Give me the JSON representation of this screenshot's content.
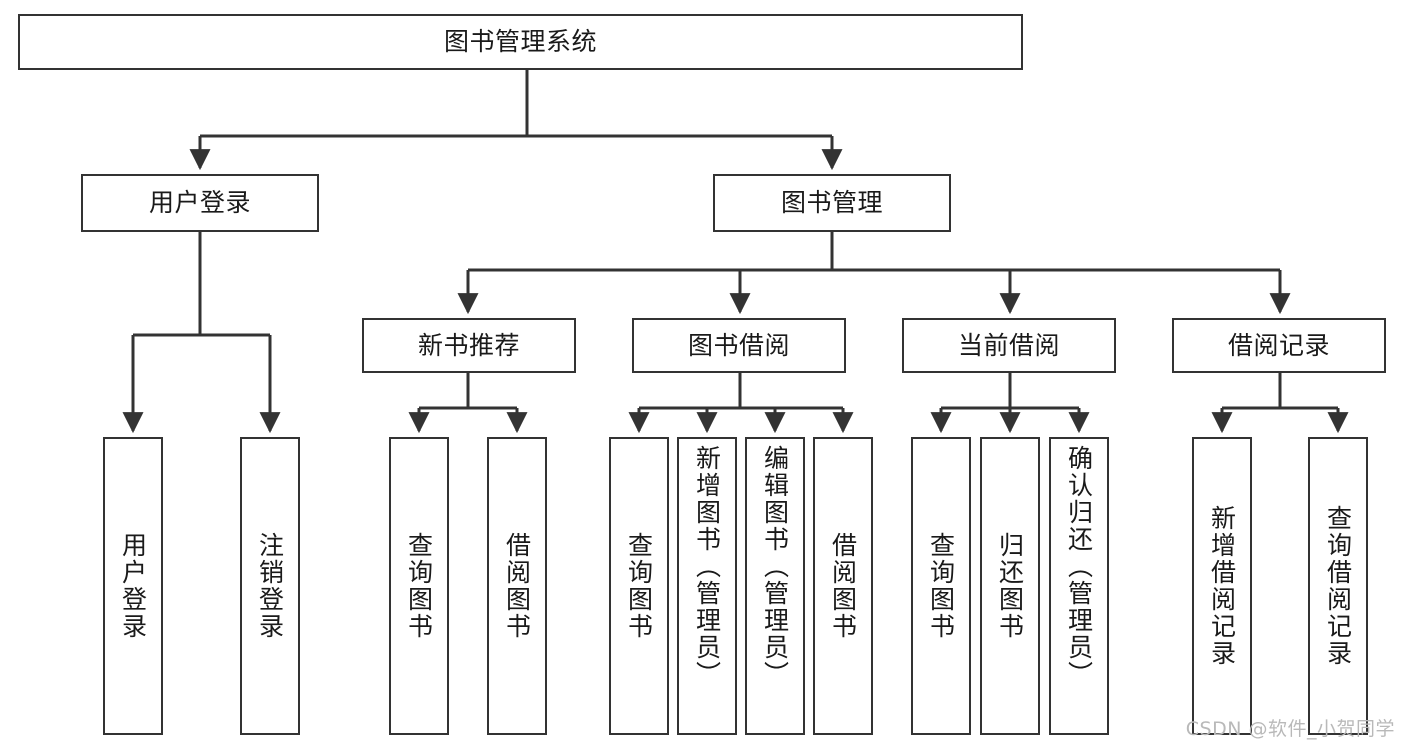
{
  "diagram": {
    "type": "tree-hierarchy",
    "title_node": {
      "id": "root",
      "label": "图书管理系统"
    },
    "level1": [
      {
        "id": "user-login",
        "label": "用户登录"
      },
      {
        "id": "book-manage",
        "label": "图书管理"
      }
    ],
    "level2": [
      {
        "id": "new-book-recommend",
        "label": "新书推荐",
        "parent": "book-manage"
      },
      {
        "id": "book-borrow",
        "label": "图书借阅",
        "parent": "book-manage"
      },
      {
        "id": "current-borrow",
        "label": "当前借阅",
        "parent": "book-manage"
      },
      {
        "id": "borrow-record",
        "label": "借阅记录",
        "parent": "book-manage"
      }
    ],
    "leaves": [
      {
        "id": "leaf-user-login",
        "label": "用户登录",
        "parent": "user-login",
        "align": "middle"
      },
      {
        "id": "leaf-user-logout",
        "label": "注销登录",
        "parent": "user-login",
        "align": "middle"
      },
      {
        "id": "leaf-query-book-1",
        "label": "查询图书",
        "parent": "new-book-recommend",
        "align": "middle"
      },
      {
        "id": "leaf-borrow-book-1",
        "label": "借阅图书",
        "parent": "new-book-recommend",
        "align": "middle"
      },
      {
        "id": "leaf-query-book-2",
        "label": "查询图书",
        "parent": "book-borrow",
        "align": "middle"
      },
      {
        "id": "leaf-add-book",
        "label": "新增图书（管理员）",
        "parent": "book-borrow",
        "align": "top"
      },
      {
        "id": "leaf-edit-book",
        "label": "编辑图书（管理员）",
        "parent": "book-borrow",
        "align": "top"
      },
      {
        "id": "leaf-borrow-book-2",
        "label": "借阅图书",
        "parent": "book-borrow",
        "align": "middle"
      },
      {
        "id": "leaf-query-book-3",
        "label": "查询图书",
        "parent": "current-borrow",
        "align": "middle"
      },
      {
        "id": "leaf-return-book",
        "label": "归还图书",
        "parent": "current-borrow",
        "align": "middle"
      },
      {
        "id": "leaf-confirm-return",
        "label": "确认归还（管理员）",
        "parent": "current-borrow",
        "align": "top"
      },
      {
        "id": "leaf-add-record",
        "label": "新增借阅记录",
        "parent": "borrow-record",
        "align": "middle"
      },
      {
        "id": "leaf-query-record",
        "label": "查询借阅记录",
        "parent": "borrow-record",
        "align": "middle"
      }
    ]
  },
  "watermark": {
    "text": "CSDN @软件_小贺同学"
  },
  "colors": {
    "stroke": "#333333",
    "text": "#1a1a1a",
    "background": "#ffffff",
    "watermark": "#b9b9b9"
  }
}
